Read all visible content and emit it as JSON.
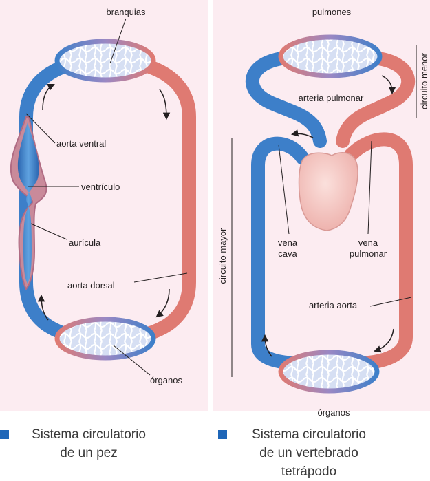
{
  "colors": {
    "background": "#fcecf1",
    "vein_blue": "#3d7fc9",
    "artery_red": "#df7a72",
    "heart": "#f5c7c2",
    "bullet": "#1e66b8"
  },
  "fish": {
    "labels": {
      "branquias": "branquias",
      "aorta_ventral": "aorta ventral",
      "ventriculo": "ventrículo",
      "auricula": "aurícula",
      "aorta_dorsal": "aorta dorsal",
      "organos": "órganos"
    },
    "caption": {
      "line1": "Sistema circulatorio",
      "line2": "de un pez"
    }
  },
  "tetrapod": {
    "labels": {
      "pulmones": "pulmones",
      "circuito_menor": "circuito menor",
      "arteria_pulmonar": "arteria pulmonar",
      "circuito_mayor": "circuito mayor",
      "vena_cava_1": "vena",
      "vena_cava_2": "cava",
      "vena_pulmonar_1": "vena",
      "vena_pulmonar_2": "pulmonar",
      "arteria_aorta": "arteria aorta",
      "organos": "órganos"
    },
    "caption": {
      "line1": "Sistema circulatorio",
      "line2": "de un vertebrado",
      "line3": "tetrápodo"
    }
  }
}
